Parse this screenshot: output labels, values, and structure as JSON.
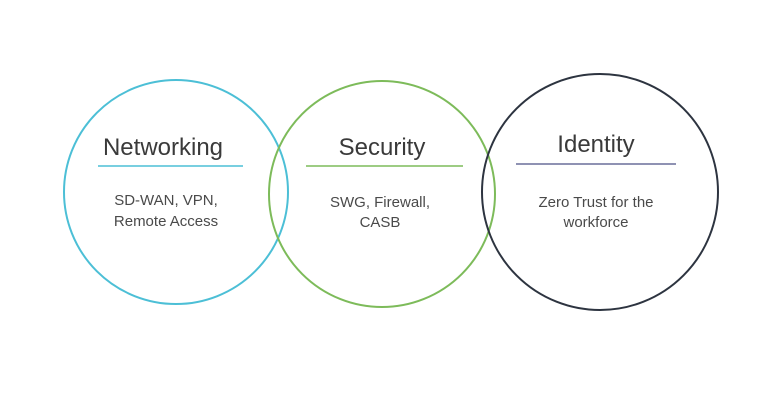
{
  "diagram": {
    "circles": [
      {
        "id": "networking",
        "title": "Networking",
        "lines": [
          "SD-WAN, VPN,",
          "Remote Access"
        ],
        "stroke_color": "#4cbfd6",
        "divider_color": "#4cbfd6"
      },
      {
        "id": "security",
        "title": "Security",
        "lines": [
          "SWG, Firewall,",
          "CASB"
        ],
        "stroke_color": "#7dbb5a",
        "divider_color": "#7dbb5a"
      },
      {
        "id": "identity",
        "title": "Identity",
        "lines": [
          "Zero Trust for the",
          "workforce"
        ],
        "stroke_color": "#2d3440",
        "divider_color": "#6a6f9a"
      }
    ]
  }
}
